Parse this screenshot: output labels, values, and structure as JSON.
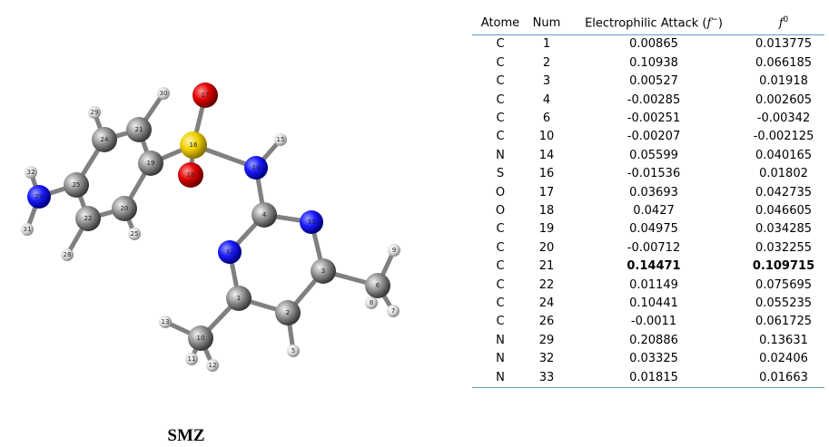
{
  "figure": {
    "caption": "SMZ",
    "colors": {
      "carbon": "#8a8a8a",
      "hydrogen": "#d9d9d9",
      "nitrogen": "#1a1aff",
      "oxygen": "#e00000",
      "sulfur": "#f0d000",
      "bond": "#808080"
    },
    "atom_labels": [
      "1",
      "2",
      "3",
      "4",
      "5",
      "6",
      "7",
      "8",
      "9",
      "10",
      "11",
      "12",
      "13",
      "14",
      "15",
      "16",
      "17",
      "18",
      "19",
      "20",
      "21",
      "22",
      "23",
      "24",
      "25",
      "26",
      "27",
      "28",
      "29",
      "30",
      "31",
      "32",
      "33"
    ]
  },
  "table": {
    "headers": {
      "atome": "Atome",
      "num": "Num",
      "electrophilic": "Electrophilic Attack (",
      "electrophilic_sym": "f",
      "electrophilic_sup": "−",
      "electrophilic_end": ")",
      "f0_sym": "f",
      "f0_sup": "0"
    },
    "rows": [
      {
        "atome": "C",
        "num": "1",
        "f_minus": "0.00865",
        "f0": "0.013775",
        "bold": false
      },
      {
        "atome": "C",
        "num": "2",
        "f_minus": "0.10938",
        "f0": "0.066185",
        "bold": false
      },
      {
        "atome": "C",
        "num": "3",
        "f_minus": "0.00527",
        "f0": "0.01918",
        "bold": false
      },
      {
        "atome": "C",
        "num": "4",
        "f_minus": "-0.00285",
        "f0": "0.002605",
        "bold": false
      },
      {
        "atome": "C",
        "num": "6",
        "f_minus": "-0.00251",
        "f0": "-0.00342",
        "bold": false
      },
      {
        "atome": "C",
        "num": "10",
        "f_minus": "-0.00207",
        "f0": "-0.002125",
        "bold": false
      },
      {
        "atome": "N",
        "num": "14",
        "f_minus": "0.05599",
        "f0": "0.040165",
        "bold": false
      },
      {
        "atome": "S",
        "num": "16",
        "f_minus": "-0.01536",
        "f0": "0.01802",
        "bold": false
      },
      {
        "atome": "O",
        "num": "17",
        "f_minus": "0.03693",
        "f0": "0.042735",
        "bold": false
      },
      {
        "atome": "O",
        "num": "18",
        "f_minus": "0.0427",
        "f0": "0.046605",
        "bold": false
      },
      {
        "atome": "C",
        "num": "19",
        "f_minus": "0.04975",
        "f0": "0.034285",
        "bold": false
      },
      {
        "atome": "C",
        "num": "20",
        "f_minus": "-0.00712",
        "f0": "0.032255",
        "bold": false
      },
      {
        "atome": "C",
        "num": "21",
        "f_minus": "0.14471",
        "f0": "0.109715",
        "bold": true
      },
      {
        "atome": "C",
        "num": "22",
        "f_minus": "0.01149",
        "f0": "0.075695",
        "bold": false
      },
      {
        "atome": "C",
        "num": "24",
        "f_minus": "0.10441",
        "f0": "0.055235",
        "bold": false
      },
      {
        "atome": "C",
        "num": "26",
        "f_minus": "-0.0011",
        "f0": "0.061725",
        "bold": false
      },
      {
        "atome": "N",
        "num": "29",
        "f_minus": "0.20886",
        "f0": "0.13631",
        "bold": false
      },
      {
        "atome": "N",
        "num": "32",
        "f_minus": "0.03325",
        "f0": "0.02406",
        "bold": false
      },
      {
        "atome": "N",
        "num": "33",
        "f_minus": "0.01815",
        "f0": "0.01663",
        "bold": false
      }
    ]
  }
}
